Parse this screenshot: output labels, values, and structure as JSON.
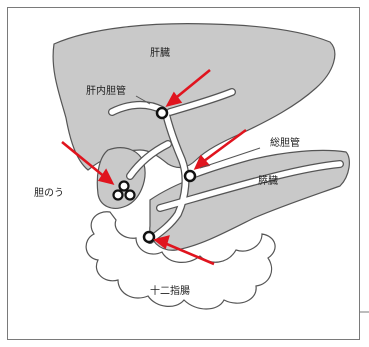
{
  "labels": {
    "liver": "肝臓",
    "intrahepatic_duct": "肝内胆管",
    "common_bile_duct": "総胆管",
    "pancreas": "膵臓",
    "gallbladder": "胆のう",
    "duodenum": "十二指腸"
  },
  "colors": {
    "organ_fill": "#c9c9c9",
    "organ_stroke": "#555555",
    "duct_fill": "#ffffff",
    "arrow": "#e0141e",
    "stone": "#111111",
    "border": "#7a7a7a"
  }
}
